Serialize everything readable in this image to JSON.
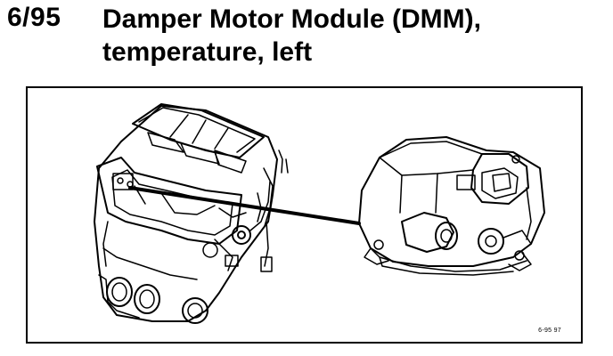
{
  "header": {
    "section_number": "6/95",
    "title_line1": "Damper Motor Module (DMM),",
    "title_line2": "temperature, left"
  },
  "figure": {
    "code": "6-95 97",
    "parts": [
      "hvac-housing-assembly",
      "damper-motor-module"
    ]
  }
}
